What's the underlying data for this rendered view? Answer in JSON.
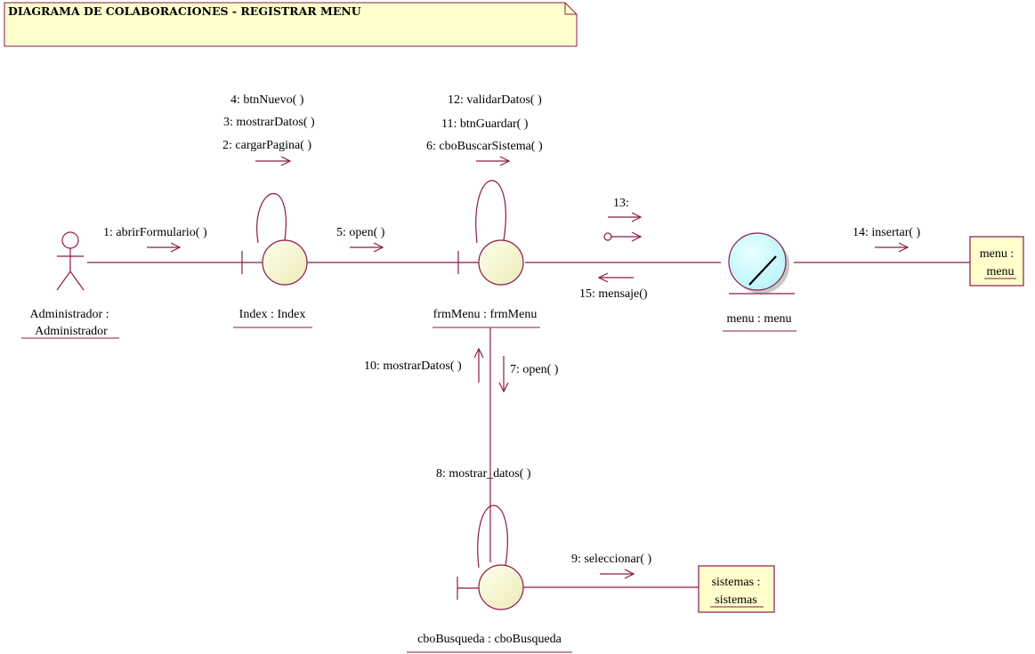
{
  "title": "DIAGRAMA DE COLABORACIONES - REGISTRAR MENU",
  "colors": {
    "line": "#8a1a4a",
    "boundary_fill": "#fafad2",
    "entity_fill": "#ccffff",
    "note_fill": "#ffffcc",
    "border": "#8a1a4a"
  },
  "objects": {
    "actor": {
      "name": "Administrador :",
      "class": "Administrador"
    },
    "index": {
      "label": "Index : Index"
    },
    "frmMenu": {
      "label": "frmMenu : frmMenu"
    },
    "menuEntity": {
      "label": "menu : menu"
    },
    "menuTable": {
      "name": "menu :",
      "class": "menu"
    },
    "cboBusqueda": {
      "label": "cboBusqueda : cboBusqueda"
    },
    "sistemasTable": {
      "name": "sistemas :",
      "class": "sistemas"
    }
  },
  "messages": {
    "m1": "1: abrirFormulario( )",
    "m2": "2: cargarPagina( )",
    "m3": "3: mostrarDatos( )",
    "m4": "4: btnNuevo( )",
    "m5": "5: open( )",
    "m6": "6: cboBuscarSistema( )",
    "m7": "7: open( )",
    "m8": "8: mostrar_datos( )",
    "m9": "9: seleccionar( )",
    "m10": "10: mostrarDatos( )",
    "m11": "11: btnGuardar( )",
    "m12": "12: validarDatos( )",
    "m13": "13:",
    "m14": "14: insertar( )",
    "m15": "15: mensaje()"
  }
}
